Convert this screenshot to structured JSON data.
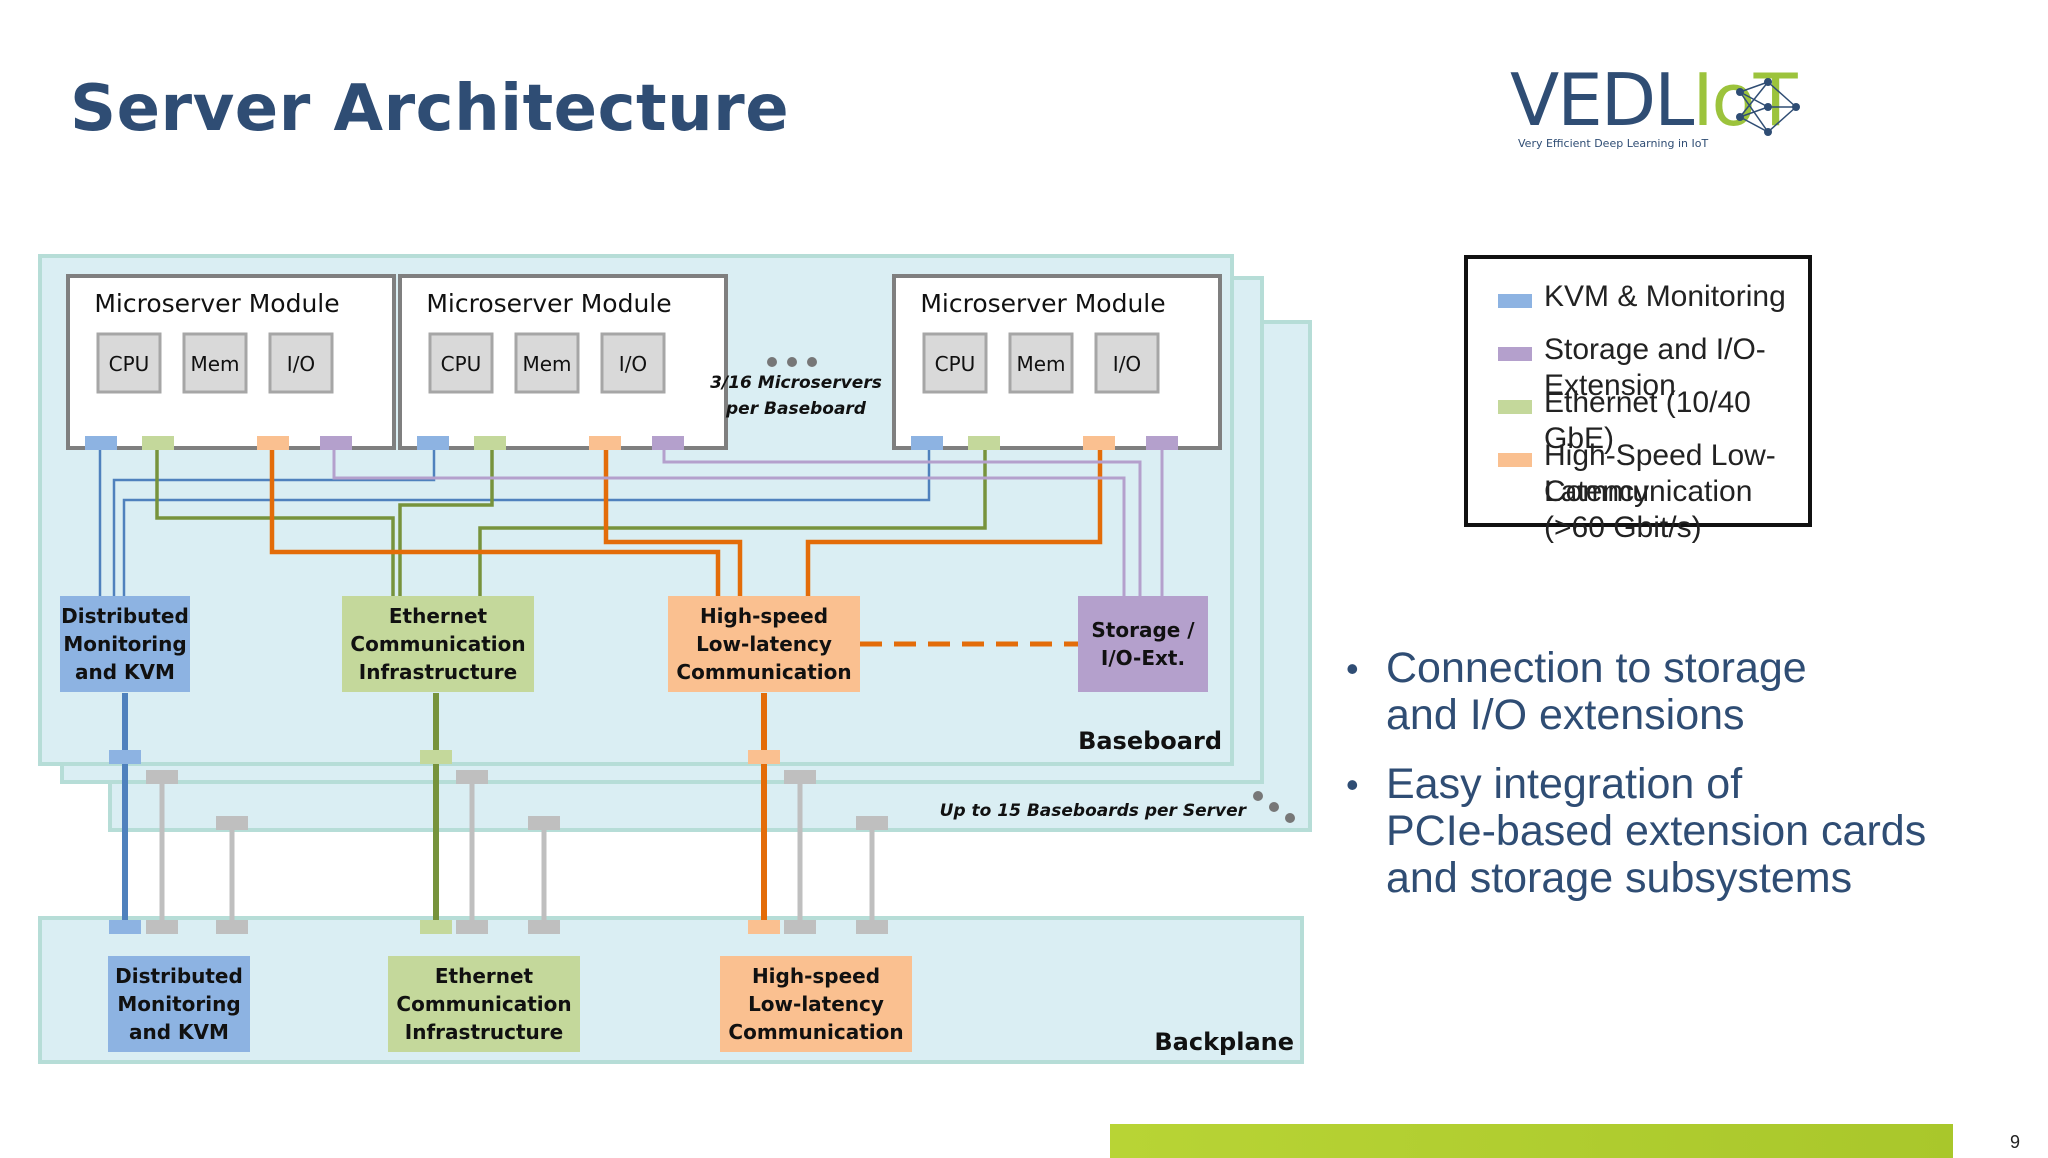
{
  "title": "Server Architecture",
  "logo": {
    "text_main": "VEDL",
    "text_accent": "IoT",
    "subtitle": "Very Efficient Deep Learning in IoT"
  },
  "diagram": {
    "modules": [
      {
        "title": "Microserver Module",
        "chips": [
          "CPU",
          "Mem",
          "I/O"
        ]
      },
      {
        "title": "Microserver Module",
        "chips": [
          "CPU",
          "Mem",
          "I/O"
        ]
      },
      {
        "title": "Microserver Module",
        "chips": [
          "CPU",
          "Mem",
          "I/O"
        ]
      }
    ],
    "microservers_note_line1": "3/16 Microservers",
    "microservers_note_line2": "per Baseboard",
    "baseboard_label": "Baseboard",
    "baseboards_note": "Up to 15 Baseboards per Server",
    "backplane_label": "Backplane",
    "baseboard_blocks": [
      {
        "lines": [
          "Distributed",
          "Monitoring",
          "and KVM"
        ],
        "type": "kvm"
      },
      {
        "lines": [
          "Ethernet",
          "Communication",
          "Infrastructure"
        ],
        "type": "eth"
      },
      {
        "lines": [
          "High-speed",
          "Low-latency",
          "Communication"
        ],
        "type": "hs"
      },
      {
        "lines": [
          "Storage /",
          "I/O-Ext."
        ],
        "type": "stor"
      }
    ],
    "backplane_blocks": [
      {
        "lines": [
          "Distributed",
          "Monitoring",
          "and KVM"
        ],
        "type": "kvm"
      },
      {
        "lines": [
          "Ethernet",
          "Communication",
          "Infrastructure"
        ],
        "type": "eth"
      },
      {
        "lines": [
          "High-speed",
          "Low-latency",
          "Communication"
        ],
        "type": "hs"
      }
    ]
  },
  "legend": [
    {
      "label": "KVM & Monitoring",
      "color": "#8db3e2"
    },
    {
      "label": "Storage and I/O-Extension",
      "color": "#b4a0cc"
    },
    {
      "label": "Ethernet (10/40 GbE)",
      "color": "#c4d89b"
    },
    {
      "label": "High-Speed Low-Latency",
      "label2": "Communication (>60 Gbit/s)",
      "color": "#fac090"
    }
  ],
  "bullets": [
    {
      "line1": "Connection to storage",
      "line2": "and I/O extensions"
    },
    {
      "line1": "Easy integration of",
      "line2": "PCIe-based extension cards",
      "line3": "and storage subsystems"
    }
  ],
  "colors": {
    "kvm_fill": "#8db3e2",
    "kvm_line": "#4f81bd",
    "eth_fill": "#c4d89b",
    "eth_line": "#77933c",
    "hs_fill": "#fac090",
    "hs_line": "#e36c09",
    "stor_fill": "#b4a0cc",
    "stor_line": "#b4a0cc",
    "board_fill": "#daeef3",
    "board_border": "#b6ddd7",
    "gray": "#bfbfbf"
  },
  "page_number": "9"
}
